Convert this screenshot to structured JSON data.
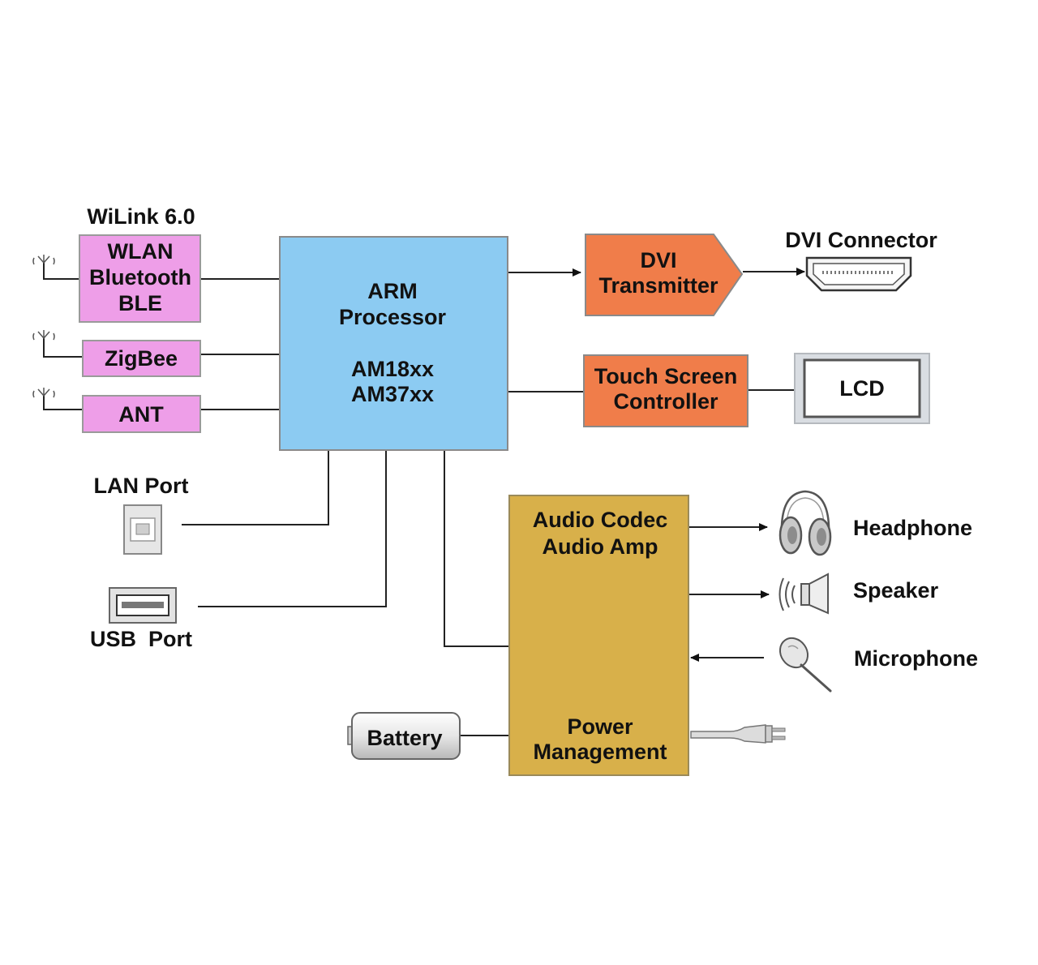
{
  "wilink": {
    "title": "WiLink 6.0",
    "wlan_lines": [
      "WLAN",
      "Bluetooth",
      "BLE"
    ],
    "zigbee": "ZigBee",
    "ant": "ANT"
  },
  "processor": {
    "lines": [
      "ARM",
      "Processor"
    ],
    "models": [
      "AM18xx",
      "AM37xx"
    ]
  },
  "dvi": {
    "transmitter_lines": [
      "DVI",
      "Transmitter"
    ],
    "connector_label": "DVI Connector"
  },
  "touch": {
    "lines": [
      "Touch Screen",
      "Controller"
    ],
    "lcd_label": "LCD"
  },
  "ports": {
    "lan_label": "LAN Port",
    "usb_label": "USB  Port"
  },
  "audio_power": {
    "audio_lines": [
      "Audio Codec",
      "Audio Amp"
    ],
    "power_lines": [
      "Power",
      "Management"
    ]
  },
  "peripherals": {
    "headphone": "Headphone",
    "speaker": "Speaker",
    "microphone": "Microphone",
    "battery": "Battery"
  },
  "colors": {
    "wilink_fill": "#ee9ee8",
    "processor_fill": "#8ccbf2",
    "orange_fill": "#f07d4a",
    "audio_fill": "#d8b04a",
    "line": "#222222"
  }
}
